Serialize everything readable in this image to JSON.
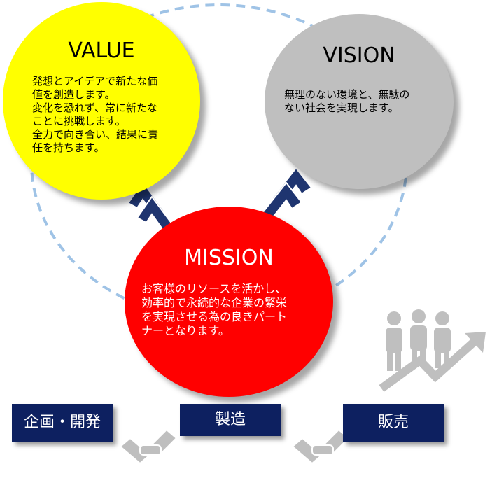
{
  "value": {
    "title": "VALUE",
    "lines": [
      "発想とアイデアで新たな価",
      "値を創造します。",
      "変化を恐れず、常に新たな",
      "ことに挑戦します。",
      "全力で向き合い、結果に責",
      "任を持ちます。"
    ]
  },
  "vision": {
    "title": "VISION",
    "lines": [
      "無理のない環境と、無駄の",
      "ない社会を実現します。"
    ]
  },
  "mission": {
    "title": "MISSION",
    "lines": [
      "お客様のリソースを活かし、",
      "効率的で永続的な企業の繁栄",
      "を実現させる為の良きパート",
      "ナーとなります。"
    ]
  },
  "steps": [
    "企画・開発",
    "製造",
    "販売"
  ],
  "colors": {
    "value_fill": "#ffff00",
    "vision_fill": "#bfbfbf",
    "mission_fill": "#ff0000",
    "box_fill": "#0d2060",
    "dashed_ring": "#9fc3e6",
    "chevron": "#1f3570",
    "icon_gray": "#bfbfbf"
  }
}
